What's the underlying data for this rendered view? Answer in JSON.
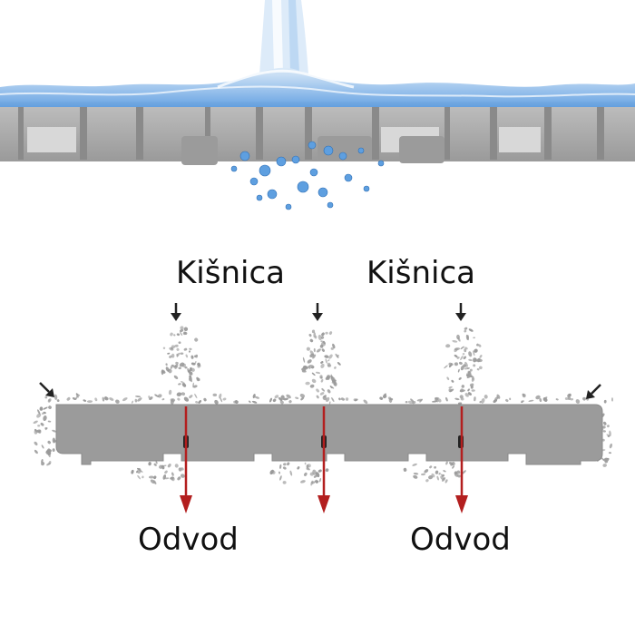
{
  "labels": {
    "rain_left": "Kišnica",
    "rain_right": "Kišnica",
    "drain_left": "Odvod",
    "drain_right": "Odvod"
  },
  "colors": {
    "water": "#4a8fd6",
    "tile": "#a8a8a8",
    "tile_dark": "#8e8e8e",
    "gravel": "#9a9a9a",
    "drain_arrow": "#b31f1f",
    "rain_arrow": "#222222"
  }
}
